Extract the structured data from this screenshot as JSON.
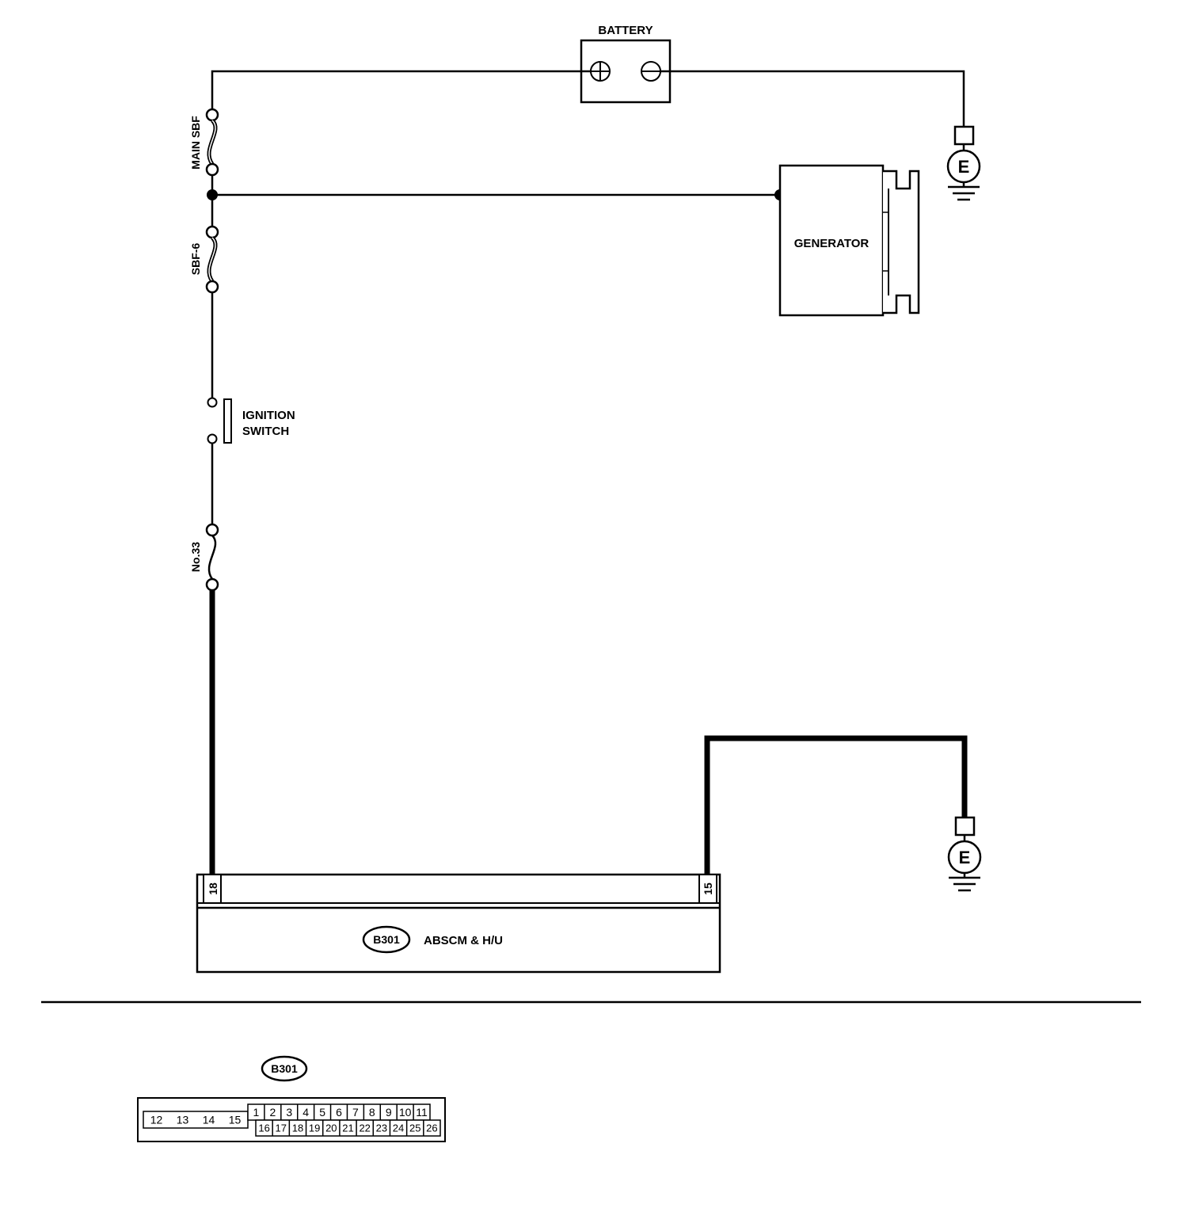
{
  "components": {
    "battery": {
      "label": "BATTERY"
    },
    "main_sbf": {
      "label": "MAIN SBF"
    },
    "sbf6": {
      "label": "SBF-6"
    },
    "generator": {
      "label": "GENERATOR"
    },
    "ignition_switch": {
      "label_line1": "IGNITION",
      "label_line2": "SWITCH"
    },
    "fuse_no33": {
      "label": "No.33"
    },
    "ground_top": {
      "label": "E"
    },
    "ground_bottom": {
      "label": "E"
    },
    "abscm": {
      "connector_id": "B301",
      "label": "ABSCM & H/U",
      "pin_left": "18",
      "pin_right": "15"
    }
  },
  "connector_view": {
    "connector_id": "B301",
    "left_pins": [
      "12",
      "13",
      "14",
      "15"
    ],
    "top_row": [
      "1",
      "2",
      "3",
      "4",
      "5",
      "6",
      "7",
      "8",
      "9",
      "10",
      "11"
    ],
    "bottom_row": [
      "16",
      "17",
      "18",
      "19",
      "20",
      "21",
      "22",
      "23",
      "24",
      "25",
      "26"
    ]
  }
}
